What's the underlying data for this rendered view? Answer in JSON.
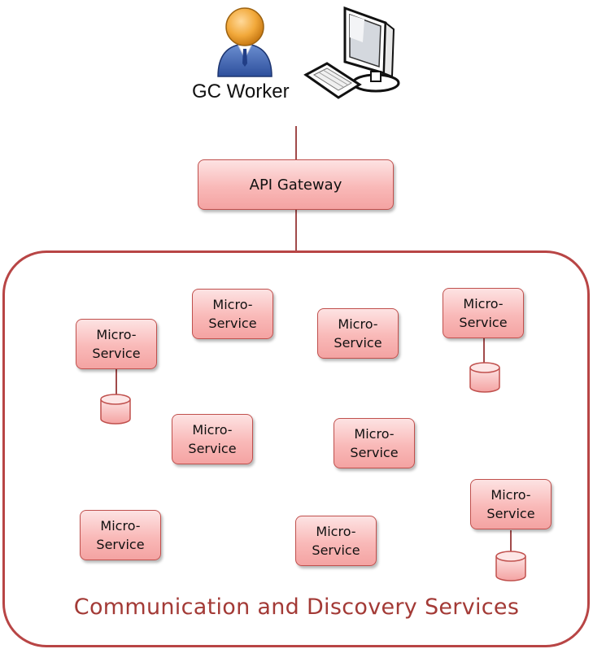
{
  "worker": {
    "label": "GC Worker"
  },
  "gateway": {
    "label": "API Gateway"
  },
  "container": {
    "label": "Communication and Discovery Services"
  },
  "microservice": {
    "line1": "Micro-",
    "line2": "Service"
  },
  "colors": {
    "border": "#c0504d",
    "container_border": "#b84545",
    "label": "#a33a36"
  },
  "icons": [
    "user-icon",
    "computer-icon",
    "database-icon"
  ]
}
